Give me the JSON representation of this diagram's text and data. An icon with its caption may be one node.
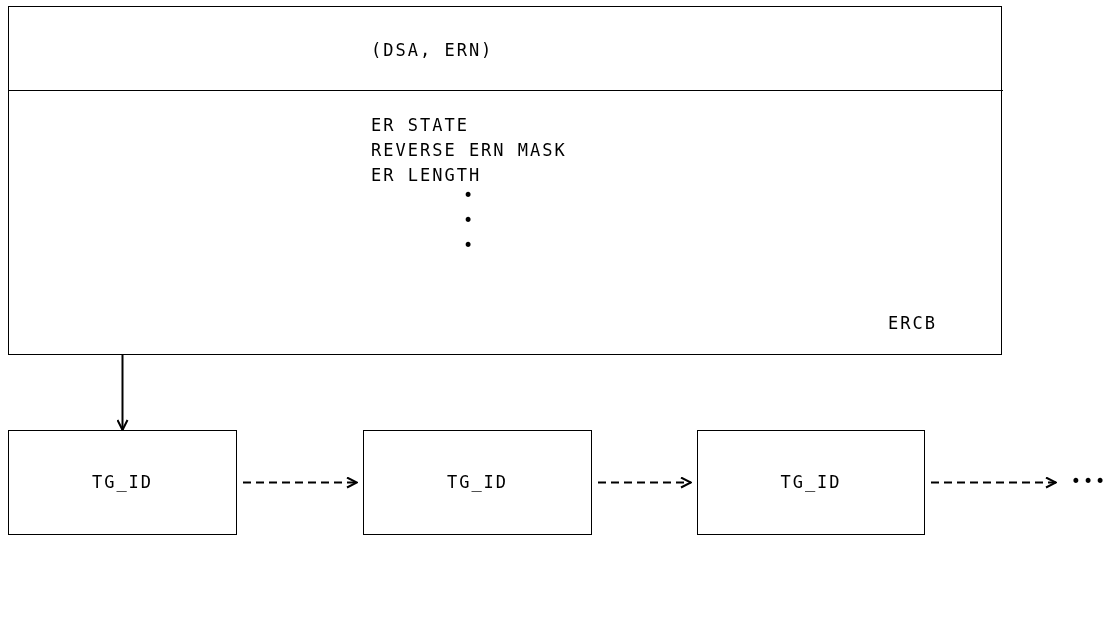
{
  "diagram": {
    "nodes": [
      {
        "text": [
          "ERCB"
        ]
      },
      {
        "text": [
          "(DSA, ERN)"
        ],
        "in": 0
      },
      {
        "text": [
          "ER STATE",
          "REVERSE ERN MASK",
          "ER LENGTH",
          "•",
          "•",
          "•"
        ],
        "in": 0
      },
      {
        "text": [
          "TG_ID"
        ]
      },
      {
        "text": [
          "TG_ID"
        ]
      },
      {
        "text": [
          "TG_ID"
        ]
      },
      {
        "text": [
          "•••"
        ]
      }
    ],
    "edges": [
      {
        "from": 0,
        "to": 3,
        "arrow": "to"
      },
      {
        "from": 3,
        "to": 4,
        "arrow": "to",
        "style": "dashed"
      },
      {
        "from": 4,
        "to": 5,
        "arrow": "to",
        "style": "dashed"
      },
      {
        "from": 5,
        "to": 6,
        "arrow": "to",
        "style": "dashed"
      }
    ]
  }
}
